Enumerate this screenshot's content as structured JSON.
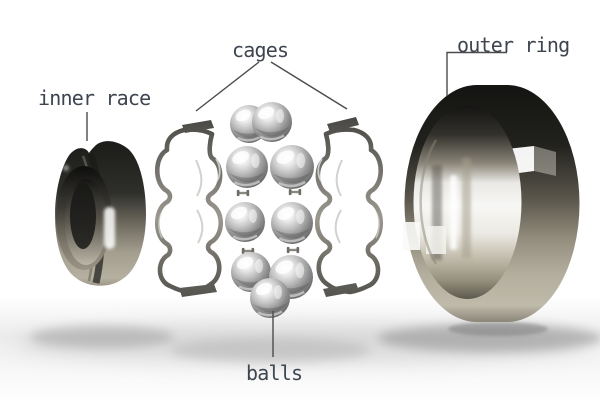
{
  "diagram": {
    "subject": "ball bearing exploded view",
    "labels": {
      "inner_race": "inner race",
      "cages": "cages",
      "outer_ring": "outer ring",
      "balls": "balls"
    },
    "colors": {
      "background": "#ffffff",
      "label_text": "#3e4550",
      "leader_line": "#4b4b4b",
      "metal_dark": "#1d1d1b",
      "metal_khaki": "#b3ae9d",
      "chrome_highlight": "#f7f7f5",
      "shadow": "#c4c4c4"
    }
  }
}
